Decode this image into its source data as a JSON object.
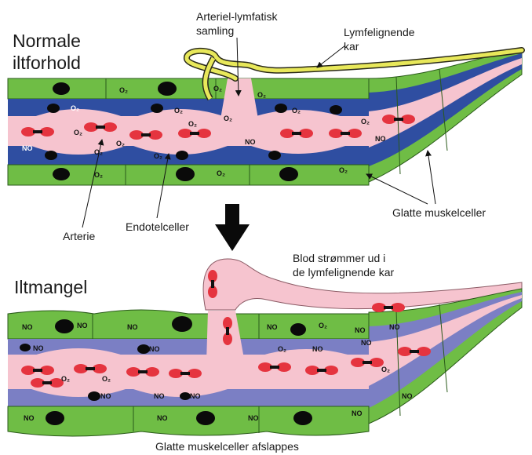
{
  "top_panel": {
    "title_line1": "Normale",
    "title_line2": "iltforhold",
    "junction_label_line1": "Arteriel-lymfatisk",
    "junction_label_line2": "samling",
    "lymph_label_line1": "Lymfelignende",
    "lymph_label_line2": "kar",
    "artery_label": "Arterie",
    "endothelial_label": "Endotelceller",
    "smooth_muscle_label": "Glatte muskelceller"
  },
  "bottom_panel": {
    "title": "Iltmangel",
    "blood_flow_label_line1": "Blod strømmer ud i",
    "blood_flow_label_line2": "de lymfelignende kar",
    "relaxed_label": "Glatte muskelceller afslappes"
  },
  "molecules": {
    "oxygen": "O",
    "oxygen_subscript": "2",
    "nitric_oxide": "NO"
  },
  "colors": {
    "smooth_muscle": "#6fbd45",
    "endothelium_normal": "#2f4ea1",
    "endothelium_hypoxia": "#7b7fc4",
    "lumen": "#f6c4cf",
    "blood_cell": "#e5343f",
    "lymph_normal": "#e8e85a",
    "lymph_hypoxia": "#f6c4cf",
    "nucleus": "#0a0a0a"
  }
}
